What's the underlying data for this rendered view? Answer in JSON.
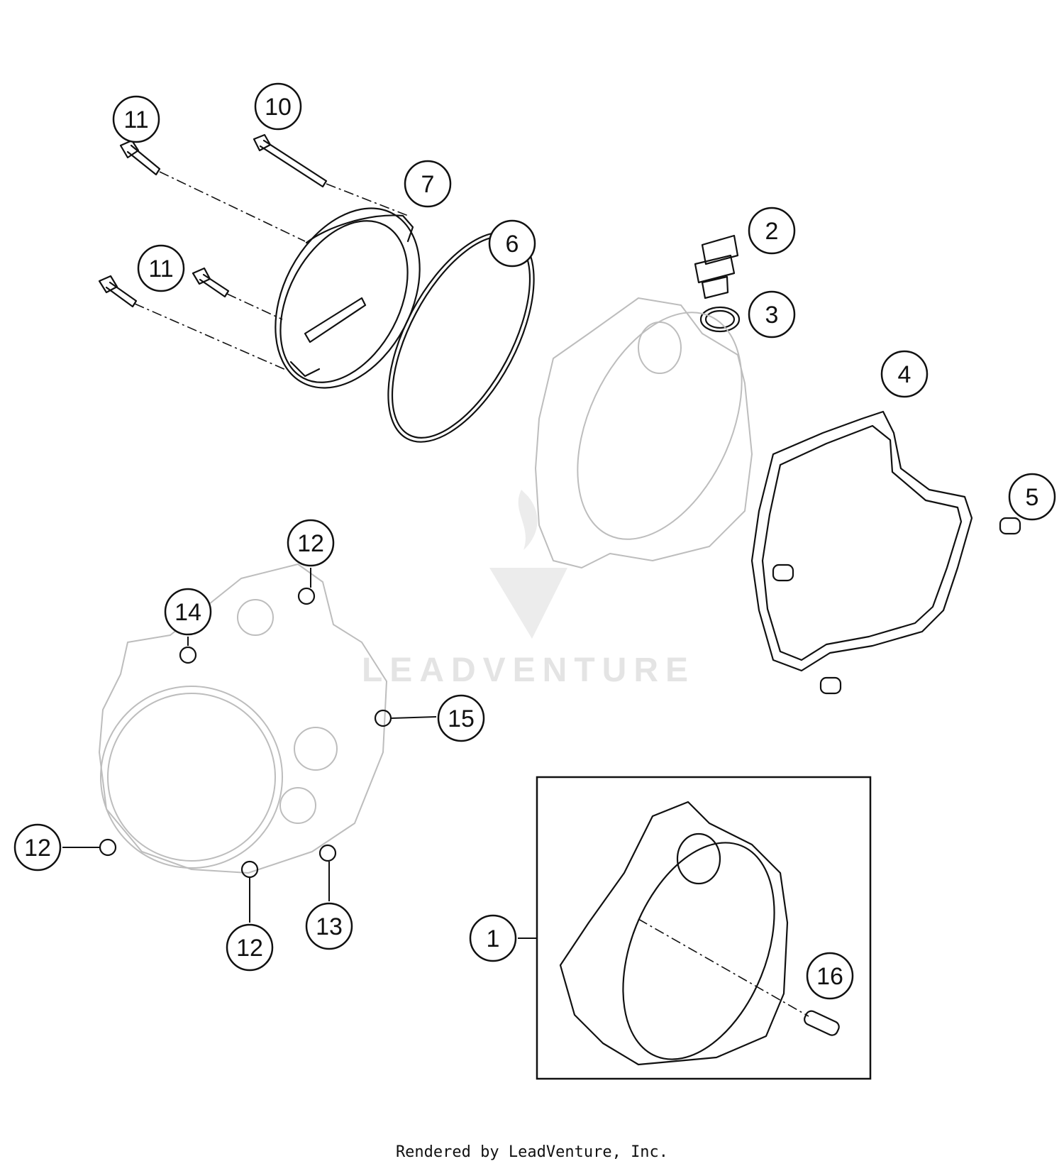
{
  "callouts": [
    {
      "id": "c11a",
      "label": "11"
    },
    {
      "id": "c10",
      "label": "10"
    },
    {
      "id": "c7",
      "label": "7"
    },
    {
      "id": "c6",
      "label": "6"
    },
    {
      "id": "c11b",
      "label": "11"
    },
    {
      "id": "c2",
      "label": "2"
    },
    {
      "id": "c3",
      "label": "3"
    },
    {
      "id": "c4",
      "label": "4"
    },
    {
      "id": "c5",
      "label": "5"
    },
    {
      "id": "c12a",
      "label": "12"
    },
    {
      "id": "c14",
      "label": "14"
    },
    {
      "id": "c15",
      "label": "15"
    },
    {
      "id": "c12b",
      "label": "12"
    },
    {
      "id": "c12c",
      "label": "12"
    },
    {
      "id": "c13",
      "label": "13"
    },
    {
      "id": "c1",
      "label": "1"
    },
    {
      "id": "c16",
      "label": "16"
    }
  ],
  "watermark": "LEADVENTURE",
  "footer": "Rendered by LeadVenture, Inc."
}
